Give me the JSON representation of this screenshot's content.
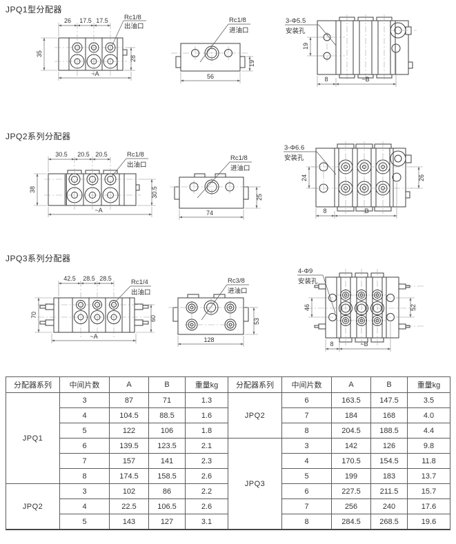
{
  "sections": [
    {
      "title": "JPQ1型分配器",
      "front": {
        "dim_top": [
          "26",
          "17.5",
          "17.5"
        ],
        "dim_left": "35",
        "dim_right": "28",
        "dim_bottom": "~A",
        "port": [
          "Rc1/8",
          "出油口"
        ]
      },
      "top": {
        "port": [
          "Rc1/8",
          "进油口"
        ],
        "dim_bottom": "56",
        "dim_right": "19"
      },
      "side": {
        "holes": [
          "3-Φ5.5",
          "安装孔"
        ],
        "dim_left": "19",
        "dim_bottom_left": "8",
        "dim_bottom": "~B"
      }
    },
    {
      "title": "JPQ2系列分配器",
      "front": {
        "dim_top": [
          "30.5",
          "20.5",
          "20.5"
        ],
        "dim_left": "38",
        "dim_right": "30.5",
        "dim_bottom": "~A",
        "port": [
          "Rc1/8",
          "出油口"
        ]
      },
      "top": {
        "port": [
          "Rc1/8",
          "进油口"
        ],
        "dim_bottom": "74",
        "dim_right": "25"
      },
      "side": {
        "holes": [
          "3-Φ6.6",
          "安装孔"
        ],
        "dim_left": "24",
        "dim_right": "26",
        "dim_bottom_left": "8",
        "dim_bottom": "~B"
      }
    },
    {
      "title": "JPQ3系列分配器",
      "front": {
        "dim_top": [
          "42.5",
          "28.5",
          "28.5"
        ],
        "dim_left": "70",
        "dim_right": "60",
        "dim_bottom": "~A",
        "port": [
          "Rc1/4",
          "出油口"
        ]
      },
      "top": {
        "port": [
          "Rc3/8",
          "进油口"
        ],
        "dim_bottom": "128",
        "dim_right": "53"
      },
      "side": {
        "holes": [
          "4-Φ9",
          "安装孔"
        ],
        "dim_left": "46",
        "dim_right": "52",
        "dim_bottom_left": "8",
        "dim_bottom": "~B"
      }
    }
  ],
  "table": {
    "headers": [
      "分配器系列",
      "中间片数",
      "A",
      "B",
      "重量kg"
    ],
    "left": {
      "groups": [
        {
          "name": "JPQ1",
          "rows": [
            [
              "3",
              "87",
              "71",
              "1.3"
            ],
            [
              "4",
              "104.5",
              "88.5",
              "1.6"
            ],
            [
              "5",
              "122",
              "106",
              "1.8"
            ],
            [
              "6",
              "139.5",
              "123.5",
              "2.1"
            ],
            [
              "7",
              "157",
              "141",
              "2.3"
            ],
            [
              "8",
              "174.5",
              "158.5",
              "2.6"
            ]
          ]
        },
        {
          "name": "JPQ2",
          "rows": [
            [
              "3",
              "102",
              "86",
              "2.2"
            ],
            [
              "4",
              "22.5",
              "106.5",
              "2.6"
            ],
            [
              "5",
              "143",
              "127",
              "3.1"
            ]
          ]
        }
      ]
    },
    "right": {
      "groups": [
        {
          "name": "JPQ2",
          "rows": [
            [
              "6",
              "163.5",
              "147.5",
              "3.5"
            ],
            [
              "7",
              "184",
              "168",
              "4.0"
            ],
            [
              "8",
              "204.5",
              "188.5",
              "4.4"
            ]
          ]
        },
        {
          "name": "JPQ3",
          "rows": [
            [
              "3",
              "142",
              "126",
              "9.8"
            ],
            [
              "4",
              "170.5",
              "154.5",
              "11.8"
            ],
            [
              "5",
              "199",
              "183",
              "13.7"
            ],
            [
              "6",
              "227.5",
              "211.5",
              "15.7"
            ],
            [
              "7",
              "256",
              "240",
              "17.6"
            ],
            [
              "8",
              "284.5",
              "268.5",
              "19.6"
            ]
          ]
        }
      ]
    }
  },
  "colors": {
    "line": "#3c3c3c",
    "dim": "#666666",
    "text": "#333333",
    "table_border": "#5a5a5a"
  }
}
